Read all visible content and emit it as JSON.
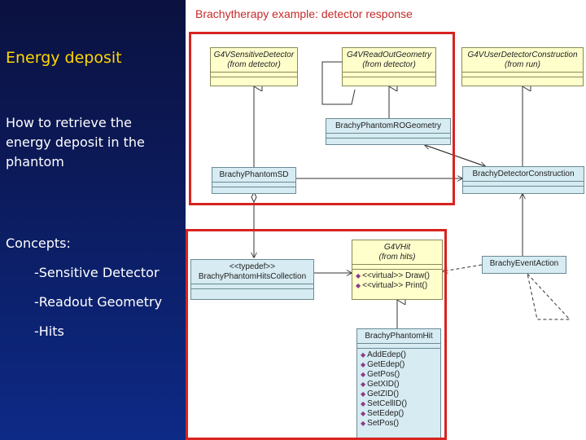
{
  "slide": {
    "heading": "Energy deposit",
    "question": "How to retrieve the energy deposit in the phantom",
    "concepts_label": "Concepts:",
    "bullets": [
      "-Sensitive Detector",
      "-Readout Geometry",
      "-Hits"
    ]
  },
  "diagram": {
    "title": "Brachytherapy example: detector response",
    "classes": {
      "g4vsd": {
        "name": "G4VSensitiveDetector",
        "from": "(from detector)"
      },
      "g4vro": {
        "name": "G4VReadOutGeometry",
        "from": "(from detector)"
      },
      "g4udc": {
        "name": "G4VUserDetectorConstruction",
        "from": "(from run)"
      },
      "rogeom": {
        "name": "BrachyPhantomROGeometry"
      },
      "phantomsd": {
        "name": "BrachyPhantomSD"
      },
      "detcons": {
        "name": "BrachyDetectorConstruction"
      },
      "hitscoll": {
        "stereotype": "<<typedef>>",
        "name": "BrachyPhantomHitsCollection"
      },
      "g4vhit": {
        "name": "G4VHit",
        "from": "(from hits)",
        "ops": [
          "<<virtual>> Draw()",
          "<<virtual>> Print()"
        ]
      },
      "eventaction": {
        "name": "BrachyEventAction"
      },
      "phantomhit": {
        "name": "BrachyPhantomHit",
        "ops": [
          "AddEdep()",
          "GetEdep()",
          "GetPos()",
          "GetXID()",
          "GetZID()",
          "SetCellID()",
          "SetEdep()",
          "SetPos()"
        ]
      }
    },
    "colors": {
      "highlight": "#d8231f",
      "class_fill": "#ffffcc",
      "concrete_fill": "#d6ebf2",
      "title": "#c62a2a"
    }
  }
}
